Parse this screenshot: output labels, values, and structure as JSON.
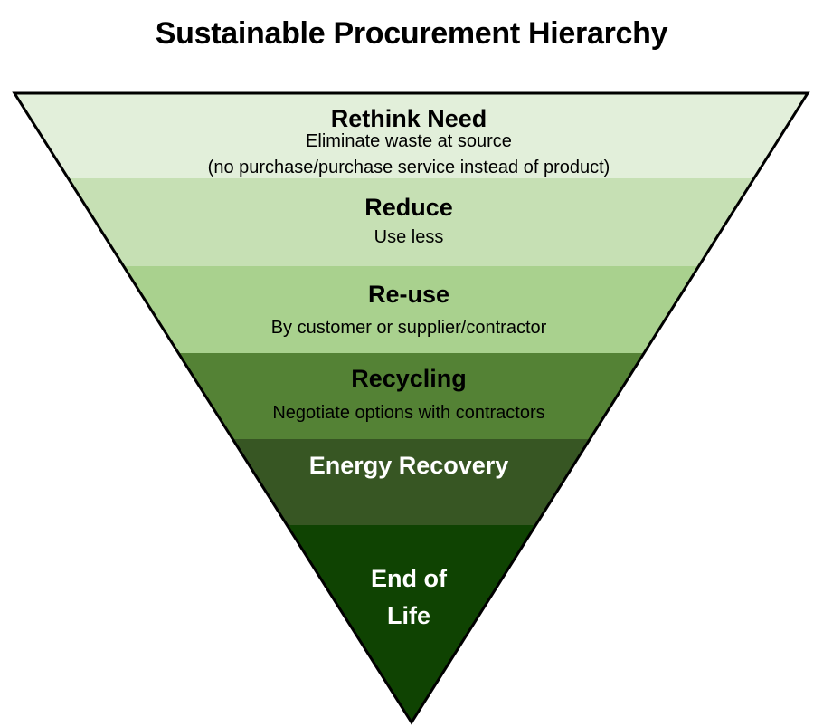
{
  "title": "Sustainable Procurement Hierarchy",
  "levels": [
    {
      "name": "Rethink Need",
      "lines": [
        "Eliminate waste at source",
        "(no purchase/purchase service instead of product)"
      ],
      "color": "#e2efda",
      "text_color": "#000000"
    },
    {
      "name": "Reduce",
      "lines": [
        "Use less"
      ],
      "color": "#c6e0b4",
      "text_color": "#000000"
    },
    {
      "name": "Re-use",
      "lines": [
        "By customer or supplier/contractor"
      ],
      "color": "#a9d18e",
      "text_color": "#000000"
    },
    {
      "name": "Recycling",
      "lines": [
        "Negotiate options with contractors"
      ],
      "color": "#548235",
      "text_color": "#000000"
    },
    {
      "name": "Energy Recovery",
      "lines": [],
      "color": "#375623",
      "text_color": "#ffffff"
    },
    {
      "name": "End of Life",
      "name_lines": [
        "End of",
        "Life"
      ],
      "lines": [],
      "color": "#0f4302",
      "text_color": "#ffffff"
    }
  ]
}
